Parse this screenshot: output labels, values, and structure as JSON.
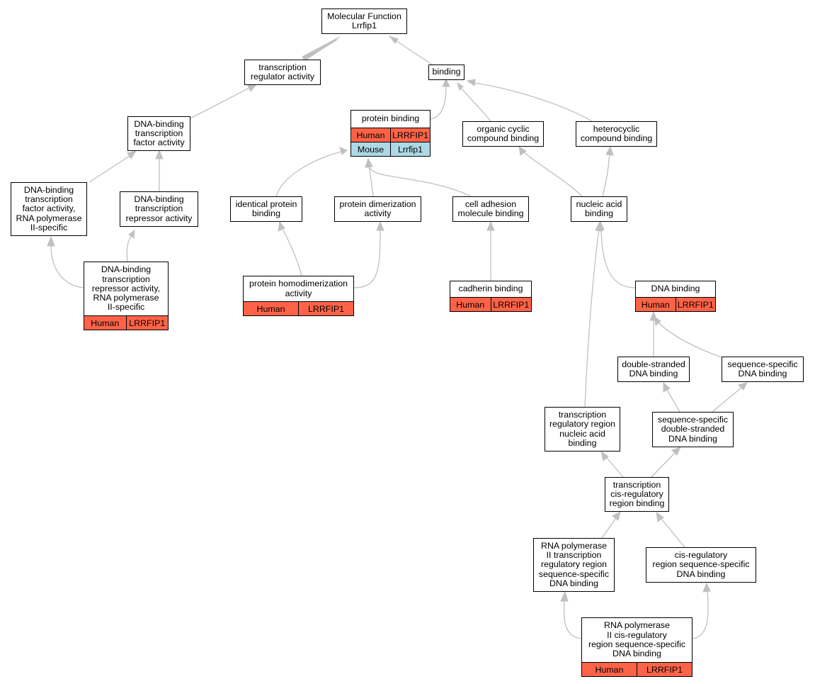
{
  "colors": {
    "human": "#ff6347",
    "mouse": "#add8e6",
    "edge": "#c0c0c0"
  },
  "nodes": {
    "root": {
      "label": "Molecular Function\nLrrfip1"
    },
    "tra": {
      "label": "transcription\nregulator activity"
    },
    "binding": {
      "label": "binding"
    },
    "dbtfa": {
      "label": "DNA-binding\ntranscription\nfactor activity"
    },
    "protein_binding": {
      "label": "protein binding",
      "species": [
        [
          "Human",
          "LRRFIP1"
        ],
        [
          "Mouse",
          "Lrrfip1"
        ]
      ]
    },
    "ocb": {
      "label": "organic cyclic\ncompound binding"
    },
    "hcb": {
      "label": "heterocyclic\ncompound binding"
    },
    "dbtfa_pol2": {
      "label": "DNA-binding\ntranscription\nfactor activity,\nRNA polymerase\nII-specific"
    },
    "dbtra": {
      "label": "DNA-binding\ntranscription\nrepressor activity"
    },
    "ipb": {
      "label": "identical protein\nbinding"
    },
    "pda": {
      "label": "protein dimerization\nactivity"
    },
    "camb": {
      "label": "cell adhesion\nmolecule binding"
    },
    "nab": {
      "label": "nucleic acid\nbinding"
    },
    "dbtra_pol2": {
      "label": "DNA-binding\ntranscription\nrepressor activity,\nRNA polymerase\nII-specific",
      "species": [
        [
          "Human",
          "LRRFIP1"
        ]
      ]
    },
    "phda": {
      "label": "protein homodimerization\nactivity",
      "species": [
        [
          "Human",
          "LRRFIP1"
        ]
      ]
    },
    "cadherin": {
      "label": "cadherin binding",
      "species": [
        [
          "Human",
          "LRRFIP1"
        ]
      ]
    },
    "dnab": {
      "label": "DNA binding",
      "species": [
        [
          "Human",
          "LRRFIP1"
        ]
      ]
    },
    "dsdna": {
      "label": "double-stranded\nDNA binding"
    },
    "ssdna": {
      "label": "sequence-specific\nDNA binding"
    },
    "trrnab": {
      "label": "transcription\nregulatory region\nnucleic acid\nbinding"
    },
    "ssdsdna": {
      "label": "sequence-specific\ndouble-stranded\nDNA binding"
    },
    "tcrb": {
      "label": "transcription\ncis-regulatory\nregion binding"
    },
    "pol2trr": {
      "label": "RNA polymerase\nII transcription\nregulatory region\nsequence-specific\nDNA binding"
    },
    "crss": {
      "label": "cis-regulatory\nregion sequence-specific\nDNA binding"
    },
    "pol2cr": {
      "label": "RNA polymerase\nII cis-regulatory\nregion sequence-specific\nDNA binding",
      "species": [
        [
          "Human",
          "LRRFIP1"
        ]
      ]
    }
  }
}
